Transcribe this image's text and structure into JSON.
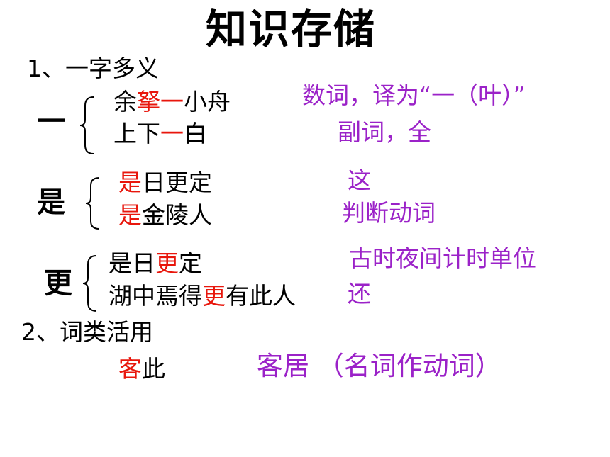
{
  "title": "知识存储",
  "section1": {
    "heading": "1、一字多义",
    "groups": [
      {
        "char": "一",
        "lines": [
          {
            "pre": "余",
            "hl": "拏一",
            "post": "小舟"
          },
          {
            "pre": "上下",
            "hl": "一",
            "post": "白"
          }
        ],
        "glosses": [
          "数词，译为“一（叶）”",
          "副词，全"
        ]
      },
      {
        "char": "是",
        "lines": [
          {
            "pre": "",
            "hl": "是",
            "post": "日更定"
          },
          {
            "pre": "",
            "hl": "是",
            "post": "金陵人"
          }
        ],
        "glosses": [
          "这",
          "判断动词"
        ]
      },
      {
        "char": "更",
        "lines": [
          {
            "pre": "是日",
            "hl": "更",
            "post": "定"
          },
          {
            "pre": "湖中焉得",
            "hl": "更",
            "post": "有此人"
          }
        ],
        "glosses": [
          "古时夜间计时单位",
          "还"
        ]
      }
    ]
  },
  "section2": {
    "heading": "2、词类活用",
    "example": {
      "hl": "客",
      "post": "此"
    },
    "gloss": "客居 （名词作动词）"
  },
  "colors": {
    "highlight": "#e8160c",
    "gloss": "#9b22c8",
    "text": "#000000"
  }
}
